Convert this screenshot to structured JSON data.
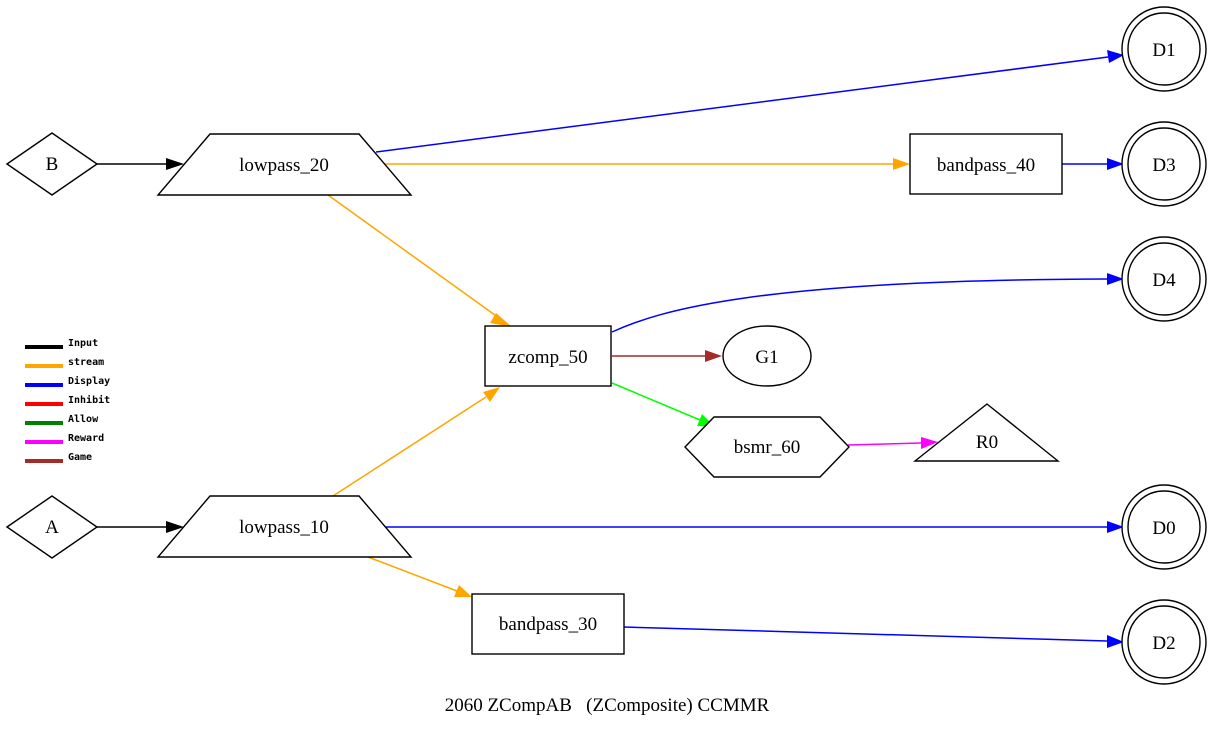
{
  "caption": "2060 ZCompAB   (ZComposite) CCMMR",
  "nodes": {
    "B": "B",
    "A": "A",
    "lowpass_20": "lowpass_20",
    "lowpass_10": "lowpass_10",
    "zcomp_50": "zcomp_50",
    "bandpass_40": "bandpass_40",
    "bandpass_30": "bandpass_30",
    "G1": "G1",
    "bsmr_60": "bsmr_60",
    "R0": "R0",
    "D0": "D0",
    "D1": "D1",
    "D2": "D2",
    "D3": "D3",
    "D4": "D4"
  },
  "legend": [
    {
      "label": "Input",
      "color": "#000000"
    },
    {
      "label": "stream",
      "color": "#ffa500"
    },
    {
      "label": "Display",
      "color": "#0000ff"
    },
    {
      "label": "Inhibit",
      "color": "#ff0000"
    },
    {
      "label": "Allow",
      "color": "#008000"
    },
    {
      "label": "Reward",
      "color": "#ff00ff"
    },
    {
      "label": "Game",
      "color": "#a52a2a"
    }
  ],
  "edge_colors": {
    "input": "#000000",
    "stream": "#ffa500",
    "display": "#0000ff",
    "game": "#a52a2a",
    "allow": "#00ff00",
    "reward": "#ff00ff"
  }
}
